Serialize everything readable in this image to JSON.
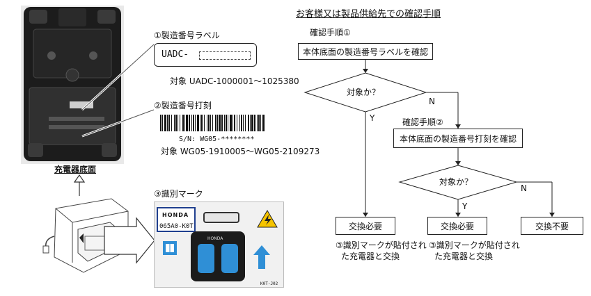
{
  "left": {
    "photo_caption": "充電器底面",
    "label_section": {
      "title": "①製造番号ラベル",
      "sample_prefix": "UADC-",
      "range": "対象  UADC-1000001～1025380"
    },
    "engraving_section": {
      "title": "②製造番号打刻",
      "serial_text": "S/N:  WG05-********",
      "range": "対象  WG05-1910005～WG05-2109273"
    },
    "mark_section": {
      "title": "③識別マーク",
      "brand": "HONDA",
      "part_code": "065A0-K0T",
      "pad_brand": "HONDA",
      "footer_code": "K0T-J02"
    }
  },
  "flowchart": {
    "title": "お客様又は製品供給先での確認手順",
    "step1_label": "確認手順①",
    "step1_box": "本体底面の製造番号ラベルを確認",
    "decision1": "対象か？",
    "decision1_no": "N",
    "decision1_yes": "Y",
    "step2_label": "確認手順②",
    "step2_box": "本体底面の製造番号打刻を確認",
    "decision2": "対象か？",
    "decision2_no": "N",
    "decision2_yes": "Y",
    "result_exchange_1": "交換必要",
    "result_exchange_2": "交換必要",
    "result_no_exchange": "交換不要",
    "note_1_line1": "③識別マークが貼付され",
    "note_1_line2": "た充電器と交換",
    "note_2_line1": "③識別マークが貼付され",
    "note_2_line2": "た充電器と交換"
  }
}
